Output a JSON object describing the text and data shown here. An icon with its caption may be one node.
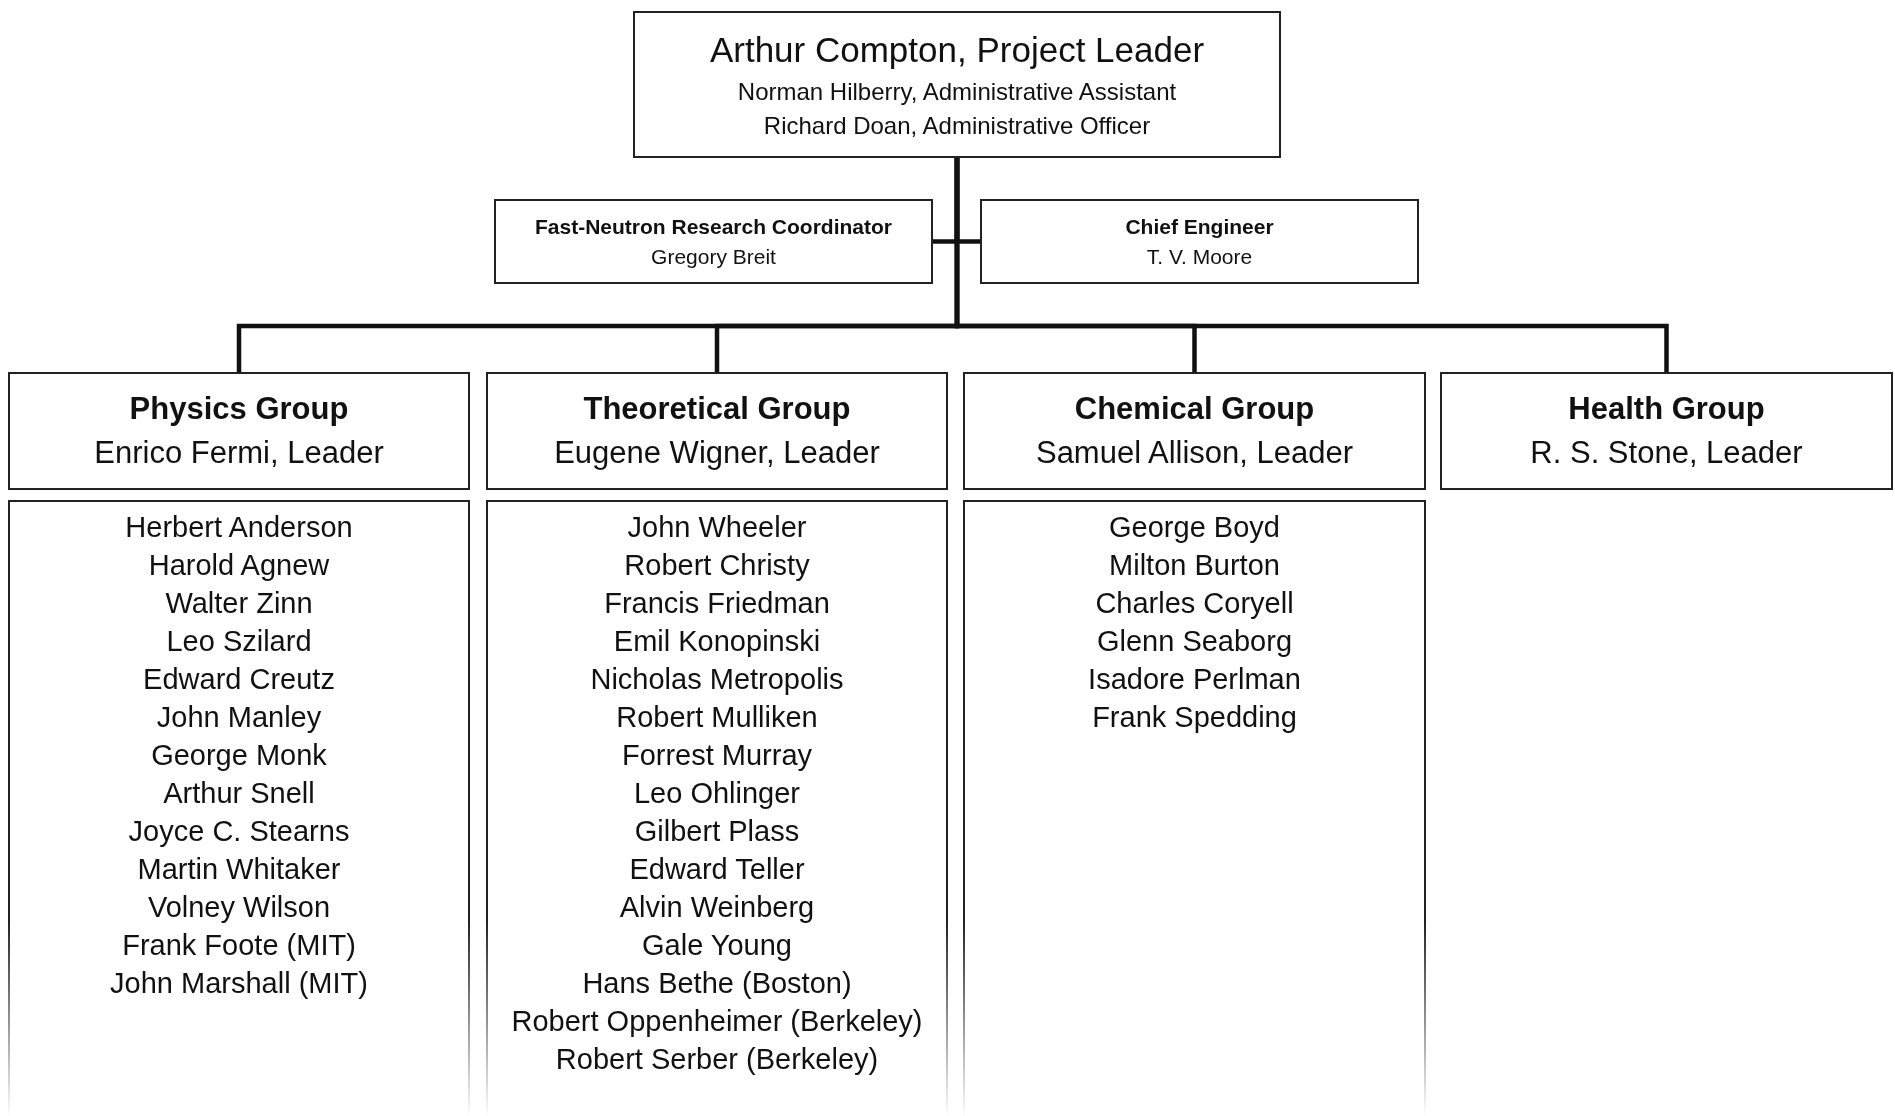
{
  "diagram": {
    "nodes": [
      {
        "text": [
          "Arthur Compton, Project Leader",
          "Norman Hilberry, Administrative Assistant",
          "Richard Doan, Administrative Officer"
        ]
      },
      {
        "text": [
          "Fast-Neutron Research Coordinator",
          "Gregory Breit"
        ]
      },
      {
        "text": [
          "Chief Engineer",
          "T. V. Moore"
        ]
      },
      {
        "text": [
          "Physics Group",
          "Enrico Fermi, Leader"
        ]
      },
      {
        "text": [
          "Theoretical Group",
          "Eugene Wigner, Leader"
        ]
      },
      {
        "text": [
          "Chemical Group",
          "Samuel Allison, Leader"
        ]
      },
      {
        "text": [
          "Health Group",
          "R. S. Stone, Leader"
        ]
      },
      {
        "text": [
          "Herbert Anderson",
          "Harold Agnew",
          "Walter Zinn",
          "Leo Szilard",
          "Edward Creutz",
          "John Manley",
          "George Monk",
          "Arthur Snell",
          "Joyce C. Stearns",
          "Martin Whitaker",
          "Volney Wilson",
          "Frank Foote (MIT)",
          "John Marshall (MIT)"
        ]
      },
      {
        "text": [
          "John Wheeler",
          "Robert Christy",
          "Francis Friedman",
          "Emil Konopinski",
          "Nicholas Metropolis",
          "Robert Mulliken",
          "Forrest Murray",
          "Leo Ohlinger",
          "Gilbert Plass",
          "Edward Teller",
          "Alvin Weinberg",
          "Gale Young",
          "Hans Bethe (Boston)",
          "Robert Oppenheimer (Berkeley)",
          "Robert Serber (Berkeley)"
        ]
      },
      {
        "text": [
          "George Boyd",
          "Milton Burton",
          "Charles Coryell",
          "Glenn Seaborg",
          "Isadore Perlman",
          "Frank Spedding"
        ]
      }
    ],
    "edges": [
      {
        "from": 0,
        "to": 1,
        "arrow": "none"
      },
      {
        "from": 0,
        "to": 2,
        "arrow": "none"
      },
      {
        "from": 0,
        "to": 3,
        "arrow": "none"
      },
      {
        "from": 0,
        "to": 4,
        "arrow": "none"
      },
      {
        "from": 0,
        "to": 5,
        "arrow": "none"
      },
      {
        "from": 0,
        "to": 6,
        "arrow": "none"
      }
    ]
  }
}
